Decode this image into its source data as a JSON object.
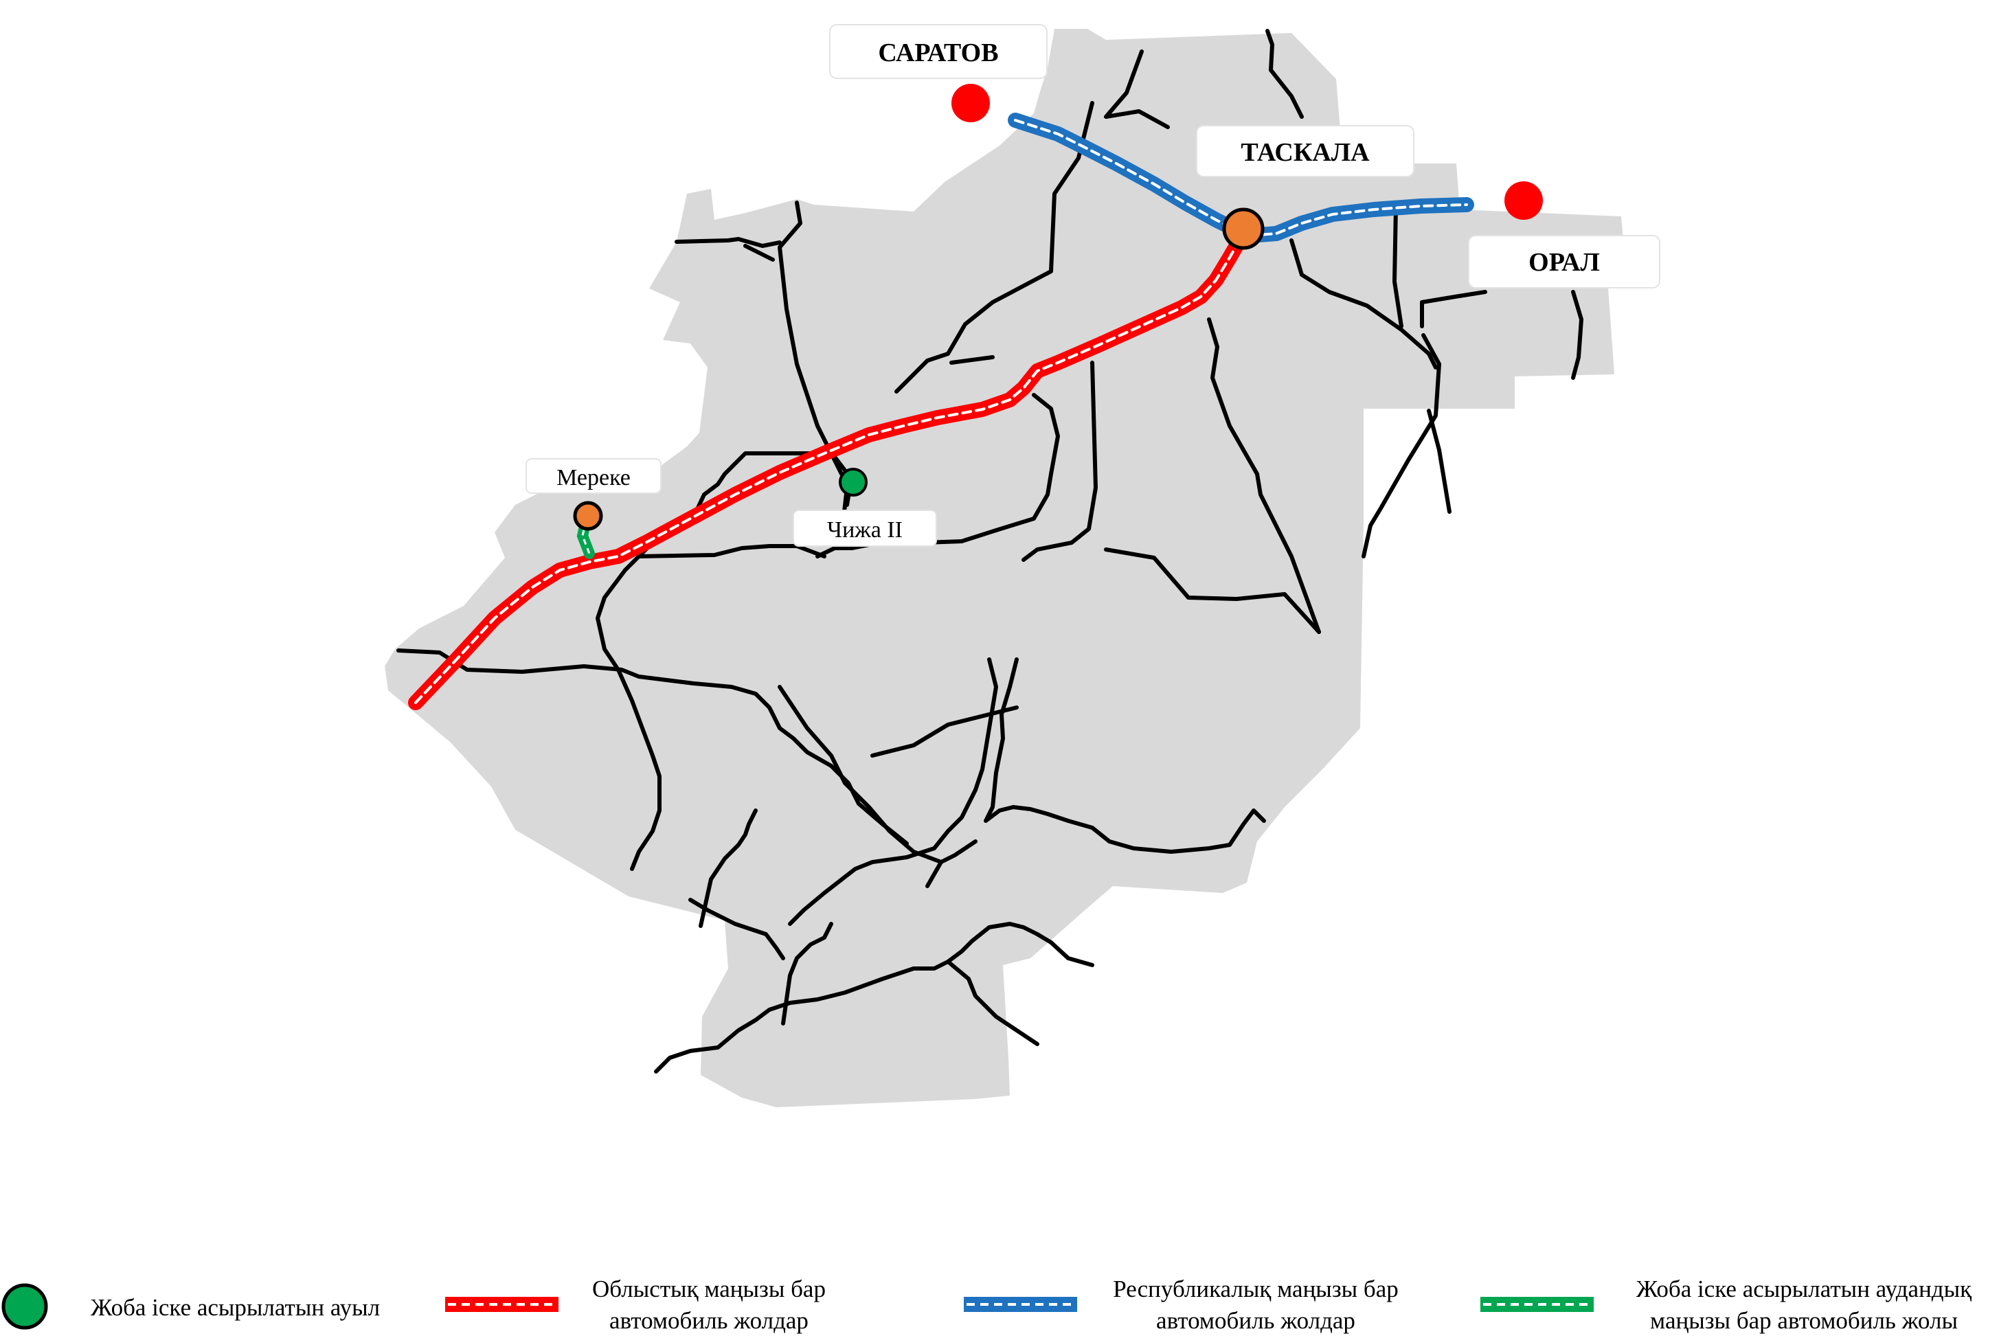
{
  "map": {
    "cities": {
      "saratov": "САРАТОВ",
      "taskala": "ТАСКАЛА",
      "oral": "ОРАЛ"
    },
    "villages": {
      "mereke": "Мереке",
      "chizha": "Чижа II"
    }
  },
  "legend": {
    "project_village": "Жоба іске асырылатын ауыл",
    "regional_roads_line1": "Облыстық маңызы бар",
    "regional_roads_line2": "автомобиль жолдар",
    "republican_roads_line1": "Республикалық маңызы бар",
    "republican_roads_line2": "автомобиль жолдар",
    "district_road_line1": "Жоба іске асырылатын аудандық",
    "district_road_line2": "маңызы бар автомобиль жолы"
  },
  "colors": {
    "region_fill": "#d9d9d9",
    "regional_road": "#ff0000",
    "republican_road": "#1f72bf",
    "district_road": "#00a650",
    "project_village": "#00a650",
    "center_marker": "#ed7d31",
    "external_city": "#ff0000",
    "local_road": "#000000"
  },
  "icons": {
    "project_village": "green-circle-icon",
    "center": "orange-circle-icon",
    "external_city": "red-dot-icon"
  }
}
